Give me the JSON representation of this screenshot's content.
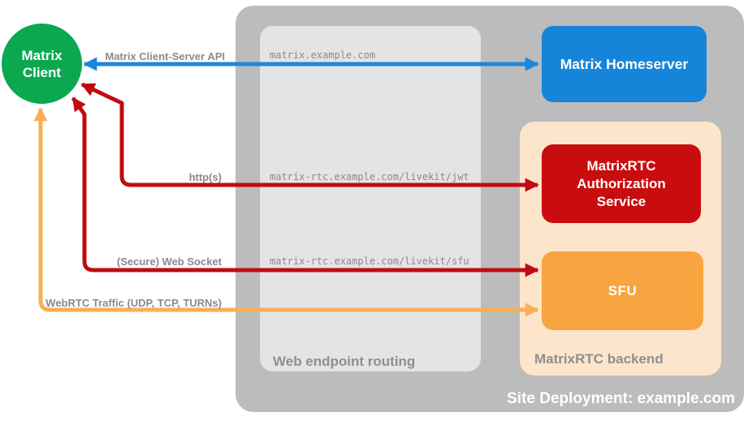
{
  "nodes": {
    "client": {
      "label": "Matrix Client",
      "color": "#0ba84f"
    },
    "homeserver": {
      "label": "Matrix Homeserver",
      "color": "#1684d9"
    },
    "auth_service": {
      "label": "MatrixRTC Authorization Service",
      "color": "#c90d0e"
    },
    "sfu": {
      "label": "SFU",
      "color": "#f8a440"
    }
  },
  "containers": {
    "site_deployment": {
      "label": "Site Deployment: example.com",
      "bg": "#bcbcbc"
    },
    "web_endpoint_routing": {
      "label": "Web endpoint routing",
      "bg": "#e4e4e4"
    },
    "matrixrtc_backend": {
      "label": "MatrixRTC backend",
      "bg": "#fce5cb"
    }
  },
  "routes": [
    "matrix.example.com",
    "matrix-rtc.example.com/livekit/jwt",
    "matrix-rtc.example.com/livekit/sfu"
  ],
  "connections": [
    {
      "label": "Matrix Client-Server API",
      "color": "#1e86dc"
    },
    {
      "label": "http(s)",
      "color": "#c00c10"
    },
    {
      "label": "(Secure) Web Socket",
      "color": "#c00c10"
    },
    {
      "label": "WebRTC Traffic (UDP, TCP, TURNs)",
      "color": "#f9ae55"
    }
  ]
}
